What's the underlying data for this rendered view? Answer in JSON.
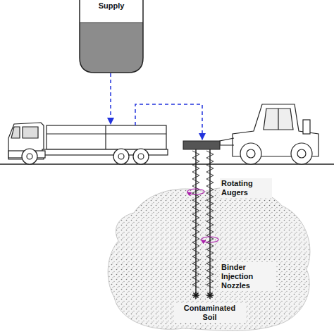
{
  "diagram": {
    "nodes": [
      {
        "text": [
          "Supply"
        ]
      },
      {
        "text": [
          "Contaminated Soil"
        ]
      }
    ],
    "labels": [
      "Rotating Augers",
      "Binder Injection Nozzles"
    ]
  }
}
